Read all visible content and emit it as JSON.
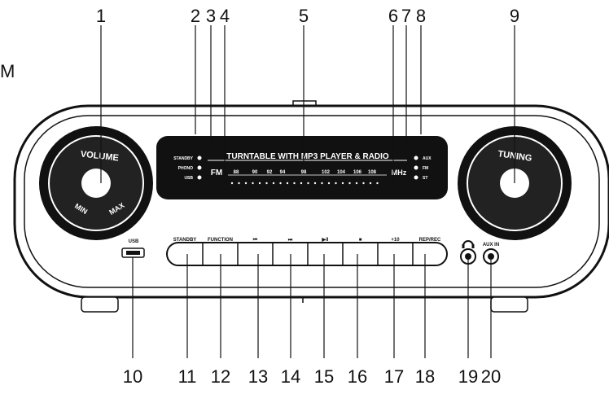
{
  "edge_letter": "M",
  "callouts": {
    "top": [
      "1",
      "2",
      "3",
      "4",
      "5",
      "6",
      "7",
      "8",
      "9"
    ],
    "bottom": [
      "10",
      "11",
      "12",
      "13",
      "14",
      "15",
      "16",
      "17",
      "18",
      "19",
      "20"
    ]
  },
  "volume_knob": {
    "label": "VOLUME",
    "min": "MIN",
    "max": "MAX"
  },
  "tuning_knob": {
    "label": "TUNING"
  },
  "display": {
    "title": "TURNTABLE WITH MP3 PLAYER & RADIO",
    "band": "FM",
    "unit": "MHz",
    "frequencies": [
      "88",
      "90",
      "92",
      "94",
      "98",
      "102",
      "104",
      "106",
      "108"
    ],
    "left_indicators": [
      "STANDBY",
      "PHONO",
      "USB"
    ],
    "right_indicators": [
      "AUX",
      "FM",
      "ST"
    ]
  },
  "usb_label": "USB",
  "buttons": [
    "STANDBY",
    "FUNCTION",
    "⏮",
    "⏭",
    "▶II",
    "■",
    "+10",
    "REP/REC"
  ],
  "jacks": {
    "headphone_icon": "headphone-icon",
    "aux_label": "AUX IN"
  }
}
